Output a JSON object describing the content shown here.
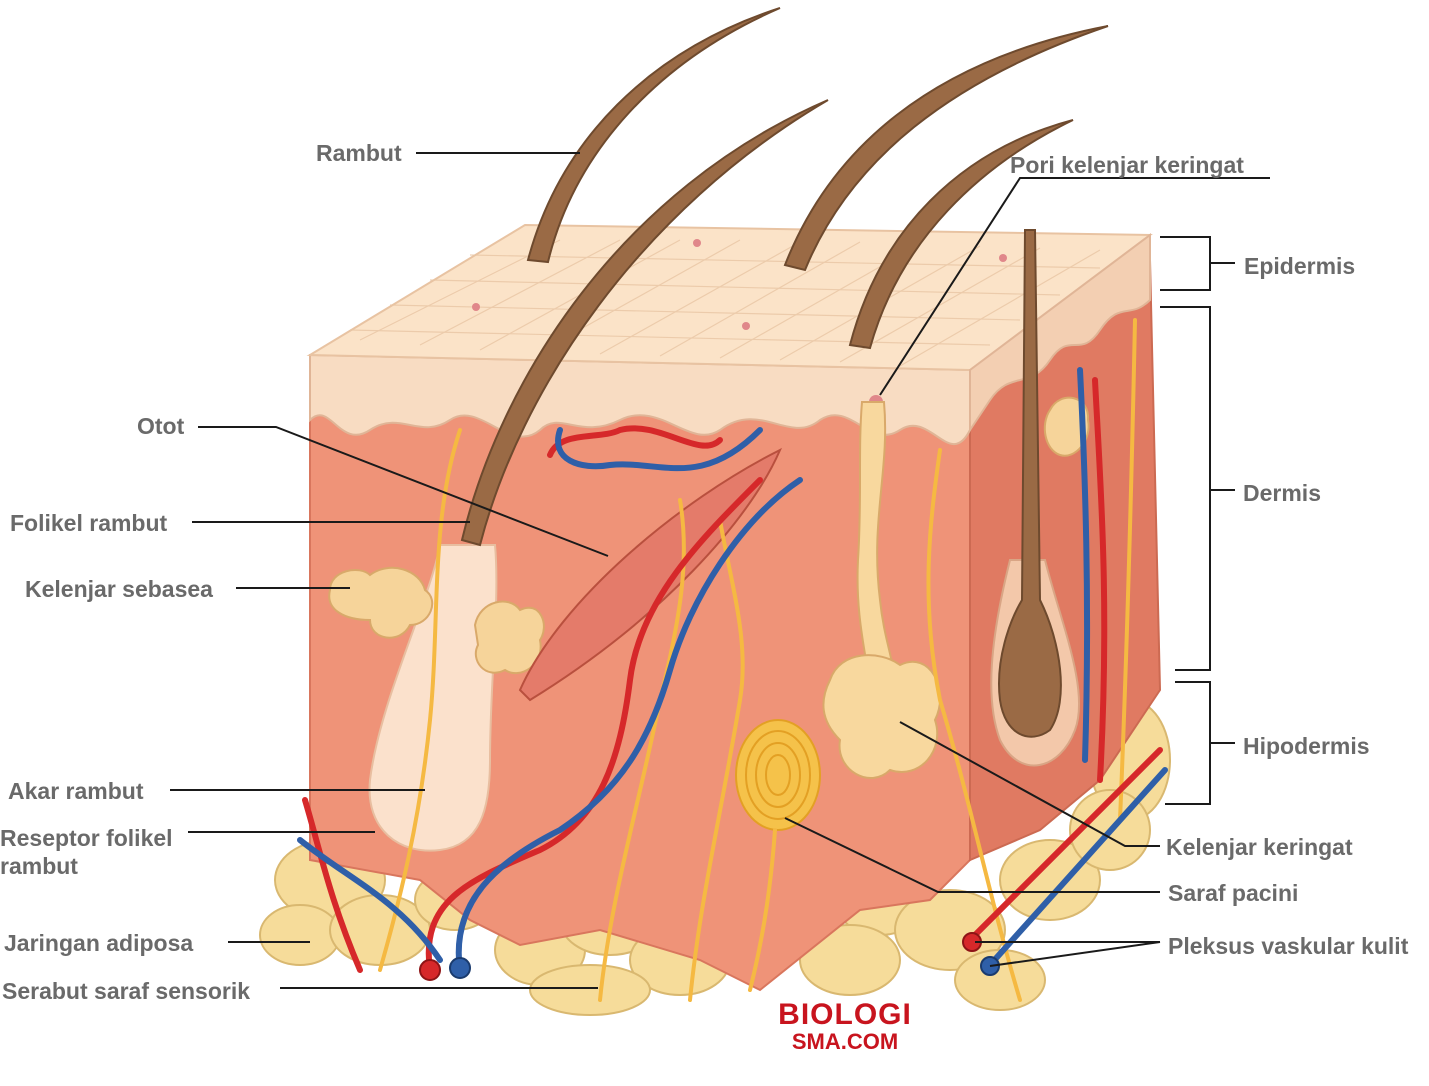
{
  "labels": {
    "rambut": "Rambut",
    "pori": "Pori kelenjar keringat",
    "epidermis": "Epidermis",
    "dermis": "Dermis",
    "hipodermis": "Hipodermis",
    "otot": "Otot",
    "folikel": "Folikel rambut",
    "sebasea": "Kelenjar sebasea",
    "akar": "Akar rambut",
    "reseptor": "Reseptor folikel rambut",
    "adiposa": "Jaringan adiposa",
    "serabut": "Serabut saraf sensorik",
    "keringat": "Kelenjar keringat",
    "pacini": "Saraf pacini",
    "pleksus": "Pleksus vaskular kulit"
  },
  "logo": {
    "line1": "BIOLOGI",
    "line2": "SMA.COM"
  },
  "colors": {
    "epidermis": "#f8dcc2",
    "dermis": "#ef9378",
    "dermis_dark": "#e07a62",
    "fat": "#f6dc9a",
    "nerve": "#f5b942",
    "artery": "#d6282a",
    "vein": "#2f5fa8",
    "hair": "#8a5a3a",
    "label_text": "#6a6a6a"
  }
}
